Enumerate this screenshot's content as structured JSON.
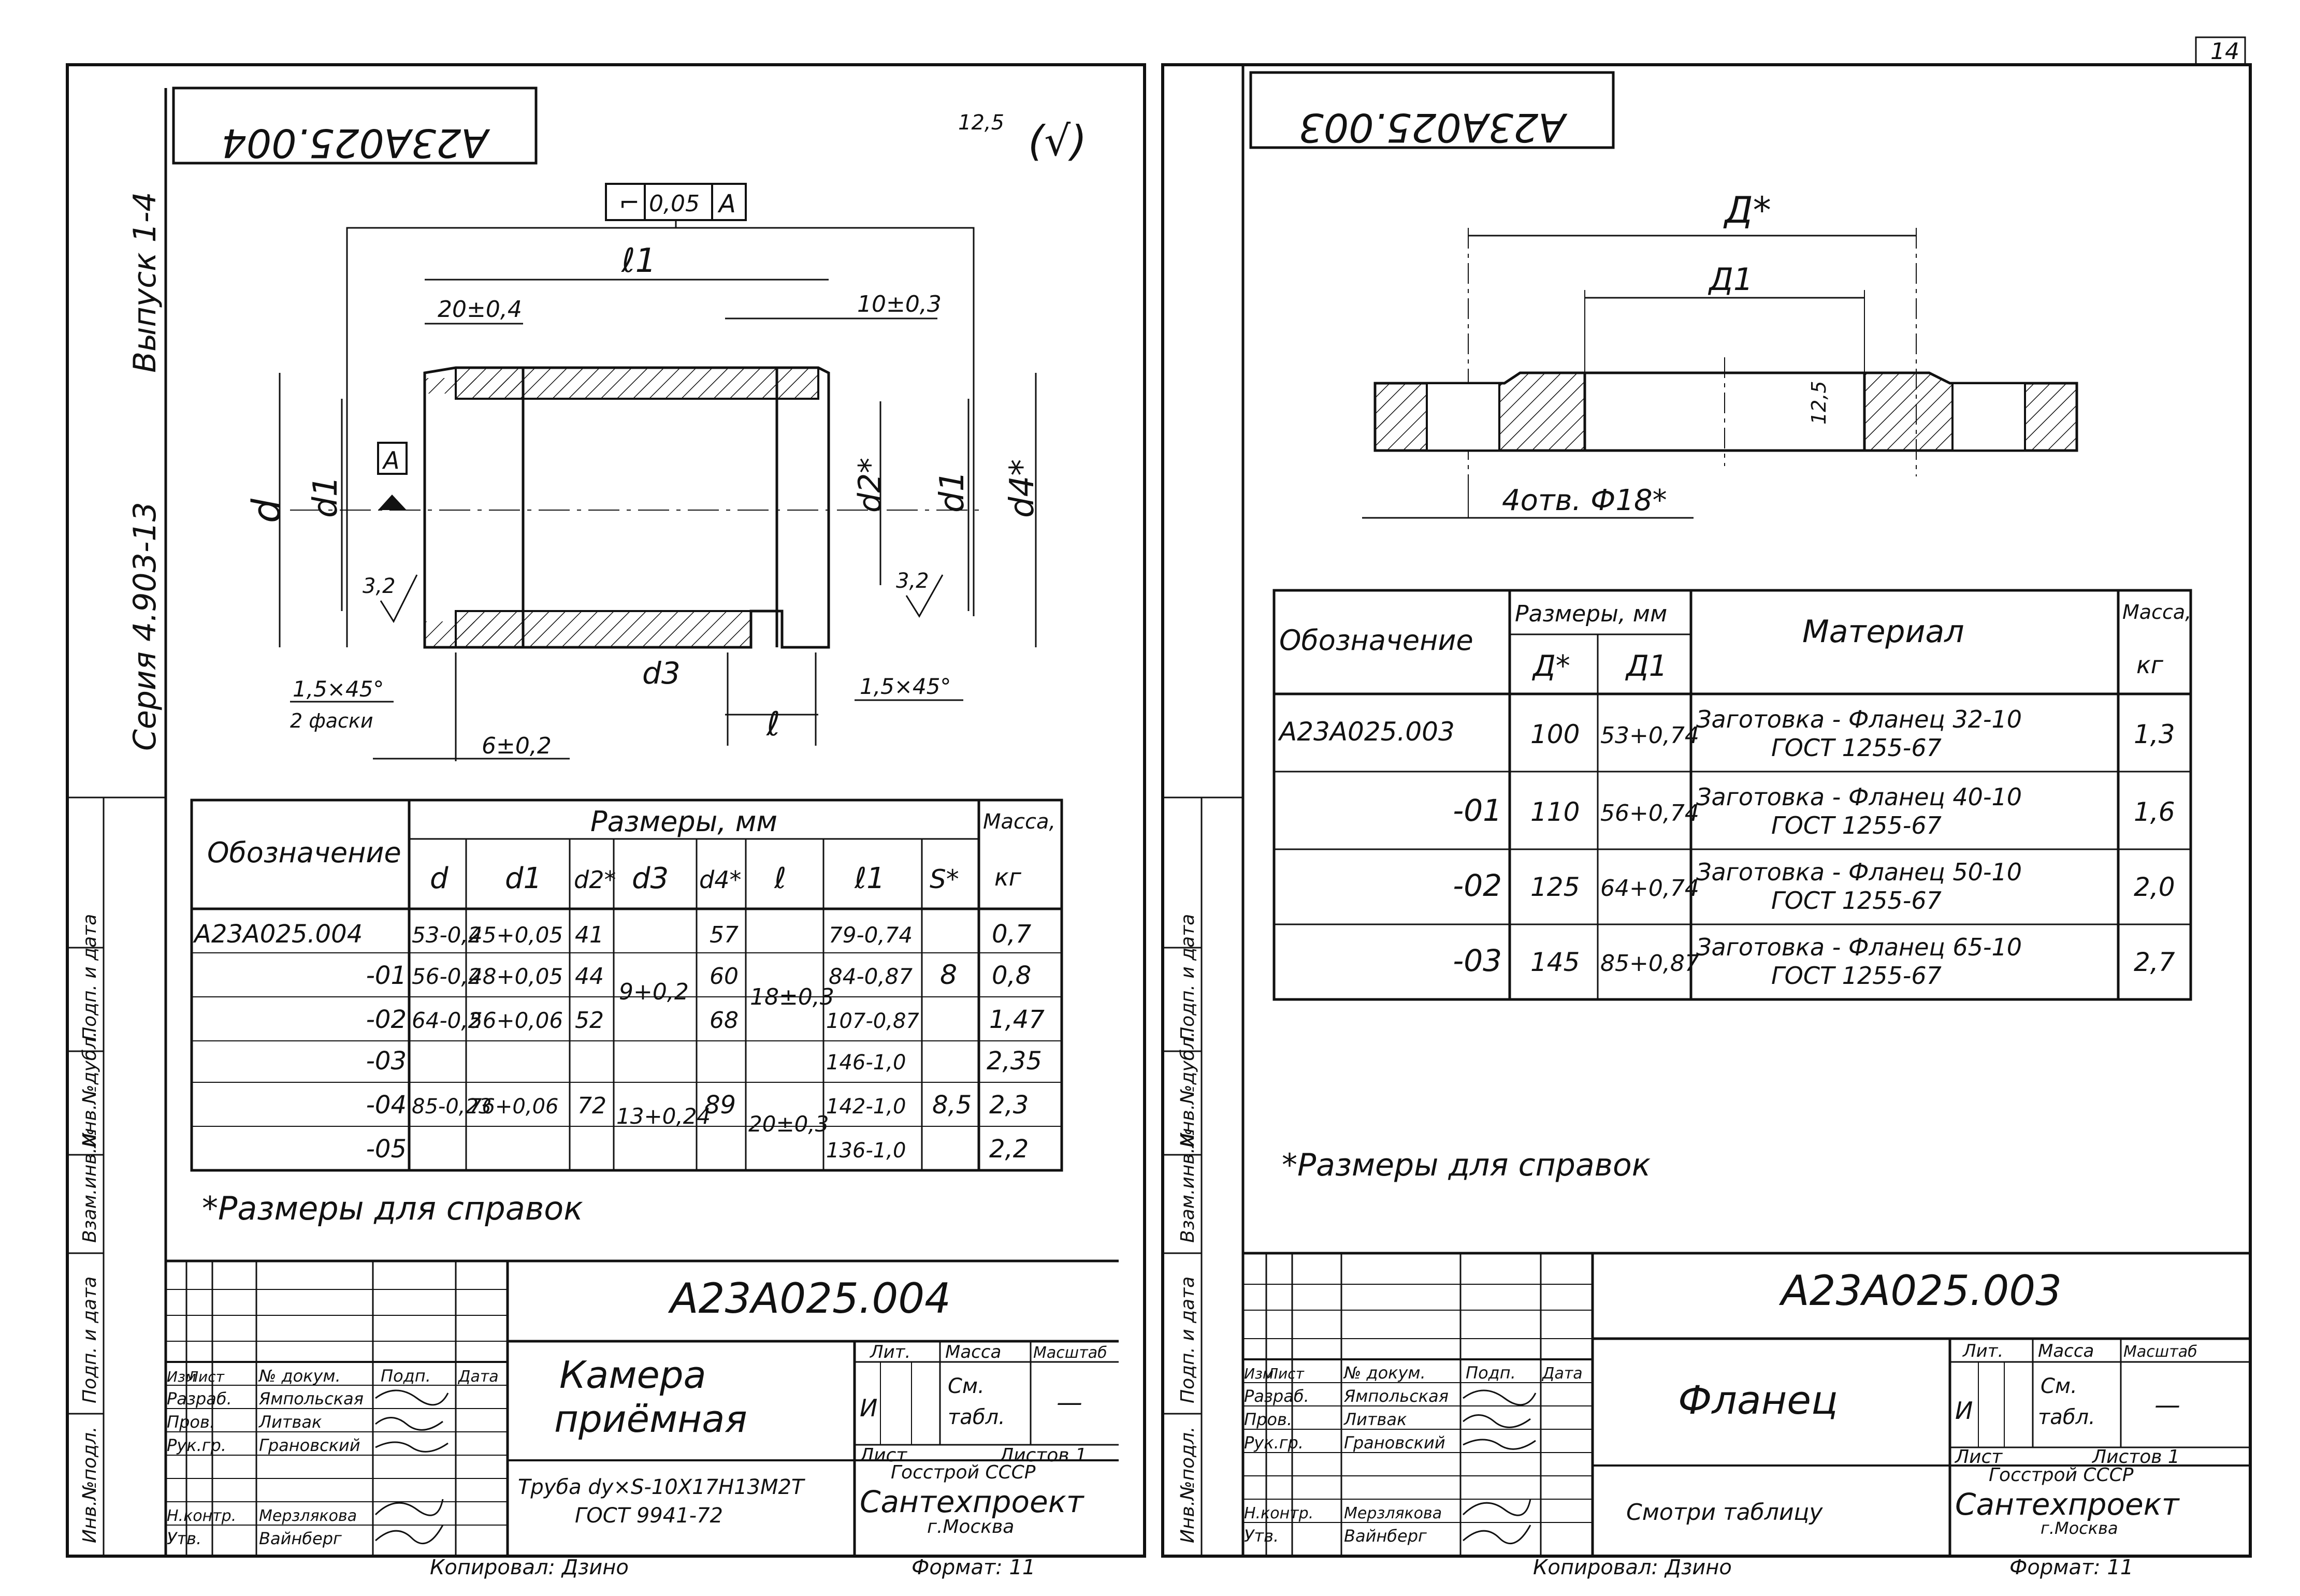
{
  "page_number": "14",
  "series_label": "Серия 4.903-13",
  "issue_label": "Выпуск 1-4",
  "side_columns": [
    "Инв.№подл.",
    "Подп. и дата",
    "Взам.инв.№",
    "Инв.№дубл.",
    "Подп. и дата"
  ],
  "left": {
    "mirrored_code": "А23А025.004",
    "roughness": "12,5",
    "roughness_paren": "(√)",
    "tolerance_value": "0,05",
    "tolerance_datum": "А",
    "datum_label": "А",
    "dims": {
      "l1": "ℓ1",
      "d20": "20±0,4",
      "d10": "10±0,3",
      "d": "d",
      "dd1": "d1",
      "d2": "d2*",
      "d1r": "d1",
      "d4": "d4*",
      "r32a": "3,2",
      "r32b": "3,2",
      "chamfer_l": "1,5×45°",
      "chamfer_l2": "2 фаски",
      "chamfer_r": "1,5×45°",
      "d3": "d3",
      "l": "ℓ",
      "s62": "6±0,2"
    },
    "table": {
      "h_designation": "Обозначение",
      "h_dims": "Размеры, мм",
      "h_mass": "Масса,",
      "h_kg": "кг",
      "cols": [
        "d",
        "d1",
        "d2*",
        "d3",
        "d4*",
        "ℓ",
        "ℓ1",
        "S*"
      ],
      "rows": [
        {
          "des": "А23А025.004",
          "d": "53-0,2",
          "d1": "45+0,05",
          "d2": "41",
          "d4": "57",
          "l1": "79-0,74",
          "mass": "0,7"
        },
        {
          "des": "-01",
          "d": "56-0,2",
          "d1": "48+0,05",
          "d2": "44",
          "d4": "60",
          "l1": "84-0,87",
          "mass": "0,8"
        },
        {
          "des": "-02",
          "d": "64-0,2",
          "d1": "56+0,06",
          "d2": "52",
          "d4": "68",
          "l1": "107-0,87",
          "mass": "1,47"
        },
        {
          "des": "-03",
          "l1": "146-1,0",
          "mass": "2,35"
        },
        {
          "des": "-04",
          "l1": "142-1,0",
          "mass": "2,3"
        },
        {
          "des": "-05",
          "l1": "136-1,0",
          "mass": "2,2"
        }
      ],
      "merged": {
        "d3_a": "9+0,2",
        "l_a": "18±0,3",
        "s_a": "8",
        "d_b": "85-0,23",
        "d1_b": "76+0,06",
        "d2_b": "72",
        "d3_b": "13+0,24",
        "d4_b": "89",
        "l_b": "20±0,3",
        "s_b": "8,5"
      }
    },
    "note": "*Размеры для справок",
    "title_block": {
      "code": "А23А025.004",
      "name1": "Камера",
      "name2": "приёмная",
      "material1": "Труба dу×S-10Х17Н13М2Т",
      "material2": "ГОСТ 9941-72",
      "lit": "Лит.",
      "mass": "Масса",
      "scale": "Масштаб",
      "lit_val": "И",
      "mass_val1": "См.",
      "mass_val2": "табл.",
      "scale_val": "—",
      "sheet": "Лист",
      "sheets": "Листов 1",
      "org1": "Госстрой СССР",
      "org2": "Сантехпроект",
      "org3": "г.Москва",
      "roles": [
        "Изм",
        "Лист",
        "№ докум.",
        "Подп.",
        "Дата"
      ],
      "people": [
        [
          "Разраб.",
          "Ямпольская"
        ],
        [
          "Пров.",
          "Литвак"
        ],
        [
          "Рук.гр.",
          "Грановский"
        ],
        [
          "Н.контр.",
          "Мерзлякова"
        ],
        [
          "Утв.",
          "Вайнберг"
        ]
      ],
      "copied": "Копировал: Дзино",
      "format": "Формат: 11"
    }
  },
  "right": {
    "mirrored_code": "А23А025.003",
    "dims": {
      "D": "Д*",
      "D1": "Д1",
      "r": "12,5",
      "holes": "4отв. Ф18*"
    },
    "table": {
      "h_designation": "Обозначение",
      "h_dims": "Размеры, мм",
      "h_material": "Материал",
      "h_mass": "Масса,",
      "h_kg": "кг",
      "cols": [
        "Д*",
        "Д1"
      ],
      "rows": [
        {
          "des": "А23А025.003",
          "D": "100",
          "D1": "53+0,74",
          "mat1": "Заготовка - Фланец 32-10",
          "mat2": "ГОСТ 1255-67",
          "mass": "1,3"
        },
        {
          "des": "-01",
          "D": "110",
          "D1": "56+0,74",
          "mat1": "Заготовка - Фланец 40-10",
          "mat2": "ГОСТ 1255-67",
          "mass": "1,6"
        },
        {
          "des": "-02",
          "D": "125",
          "D1": "64+0,74",
          "mat1": "Заготовка - Фланец 50-10",
          "mat2": "ГОСТ 1255-67",
          "mass": "2,0"
        },
        {
          "des": "-03",
          "D": "145",
          "D1": "85+0,87",
          "mat1": "Заготовка - Фланец 65-10",
          "mat2": "ГОСТ 1255-67",
          "mass": "2,7"
        }
      ]
    },
    "note": "*Размеры для справок",
    "title_block": {
      "code": "А23А025.003",
      "name": "Фланец",
      "material": "Смотри таблицу",
      "lit": "Лит.",
      "mass": "Масса",
      "scale": "Масштаб",
      "lit_val": "И",
      "mass_val1": "См.",
      "mass_val2": "табл.",
      "scale_val": "—",
      "sheet": "Лист",
      "sheets": "Листов 1",
      "org1": "Госстрой СССР",
      "org2": "Сантехпроект",
      "org3": "г.Москва",
      "roles": [
        "Изм",
        "Лист",
        "№ докум.",
        "Подп.",
        "Дата"
      ],
      "people": [
        [
          "Разраб.",
          "Ямпольская"
        ],
        [
          "Пров.",
          "Литвак"
        ],
        [
          "Рук.гр.",
          "Грановский"
        ],
        [
          "Н.контр.",
          "Мерзлякова"
        ],
        [
          "Утв.",
          "Вайнберг"
        ]
      ],
      "copied": "Копировал: Дзино",
      "format": "Формат: 11"
    }
  }
}
